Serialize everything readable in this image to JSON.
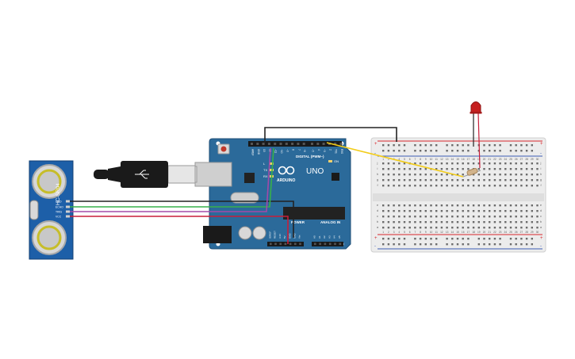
{
  "colors": {
    "arduino_blue": "#2b6a9a",
    "arduino_dark": "#1f4f77",
    "sensor_blue": "#1d5fa8",
    "breadboard": "#eeeeee",
    "rail_red": "#d9262b",
    "rail_blue": "#3b5bb3",
    "wire_black": "#222222",
    "wire_yellow": "#f2cc1a",
    "wire_green": "#37b04a",
    "wire_purple": "#a34aa8",
    "wire_red": "#c81e3a",
    "led_red": "#c62020",
    "usb_gray": "#cfcfcf"
  },
  "sensor": {
    "model": "HC-SR04",
    "pins": [
      "GND",
      "ECHO",
      "TRIG",
      "VCC"
    ]
  },
  "arduino": {
    "brand": "ARDUINO",
    "model": "UNO",
    "digital_header_label": "DIGITAL (PWM~)",
    "digital_pins": [
      "AREF",
      "GND",
      "13",
      "12",
      "~11",
      "~10",
      "~9",
      "8",
      "7",
      "~6",
      "~5",
      "4",
      "~3",
      "2",
      "TX1",
      "RX0"
    ],
    "led_labels": [
      "L",
      "TX",
      "RX"
    ],
    "on_label": "ON",
    "power_label": "POWER",
    "power_pins": [
      "IOREF",
      "RESET",
      "3.3V",
      "5V",
      "GND",
      "GND",
      "Vin"
    ],
    "analog_label": "ANALOG IN",
    "analog_pins": [
      "A0",
      "A1",
      "A2",
      "A3",
      "A4",
      "A5"
    ]
  },
  "breadboard": {
    "column_numbers": [
      "1",
      "2",
      "3",
      "4",
      "5",
      "6",
      "7",
      "8",
      "9",
      "10",
      "11",
      "12",
      "13",
      "14",
      "15",
      "16",
      "17",
      "18",
      "19",
      "20",
      "21",
      "22",
      "23",
      "24",
      "25",
      "26",
      "27",
      "28",
      "29",
      "30"
    ],
    "row_letters_top": [
      "j",
      "i",
      "h",
      "g",
      "f"
    ],
    "row_letters_bottom": [
      "e",
      "d",
      "c",
      "b",
      "a"
    ],
    "rail_plus": "+",
    "rail_minus": "-"
  }
}
